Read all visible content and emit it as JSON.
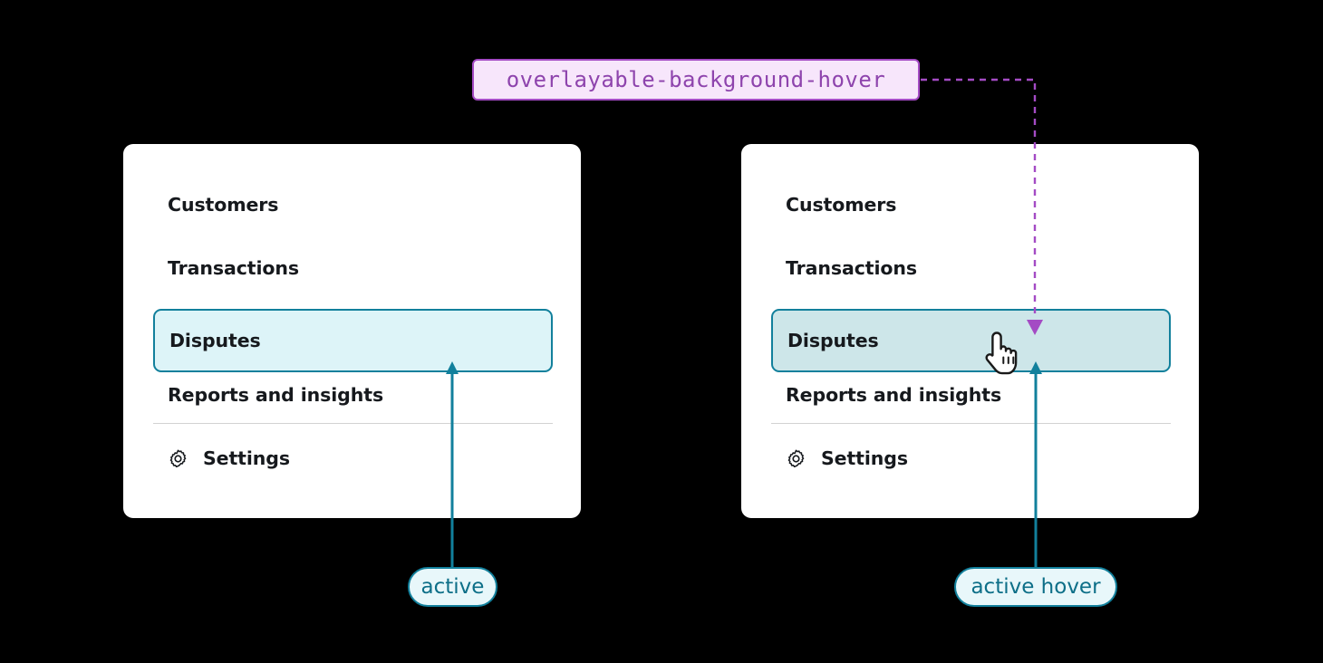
{
  "annotation": {
    "token_label": "overlayable-background-hover",
    "token_color": "#8e44ad",
    "token_background": "#f7e6fb",
    "connector_color": "#a44bc4",
    "callout_color": "#12809c",
    "pills": [
      {
        "label": "active",
        "name": "active"
      },
      {
        "label": "active hover",
        "name": "active-hover"
      }
    ]
  },
  "cards": [
    {
      "name": "menu-card-active",
      "state": "active",
      "items": [
        {
          "label": "Customers",
          "state": "default",
          "icon": null
        },
        {
          "label": "Transactions",
          "state": "default",
          "icon": null
        },
        {
          "label": "Disputes",
          "state": "active",
          "icon": null
        },
        {
          "label": "Reports and insights",
          "state": "default",
          "icon": null
        },
        {
          "label": "Settings",
          "state": "default",
          "icon": "gear-icon"
        }
      ]
    },
    {
      "name": "menu-card-active-hover",
      "state": "active-hover",
      "items": [
        {
          "label": "Customers",
          "state": "default",
          "icon": null
        },
        {
          "label": "Transactions",
          "state": "default",
          "icon": null
        },
        {
          "label": "Disputes",
          "state": "active-hover",
          "icon": null
        },
        {
          "label": "Reports and insights",
          "state": "default",
          "icon": null
        },
        {
          "label": "Settings",
          "state": "default",
          "icon": "gear-icon"
        }
      ]
    }
  ],
  "colors": {
    "active_background": "#ddf4f8",
    "active_hover_background": "#cde6e9",
    "active_border": "#12809c",
    "card_background": "#ffffff",
    "page_background": "#000000",
    "divider": "#d2d2d2",
    "text": "#16191d"
  }
}
